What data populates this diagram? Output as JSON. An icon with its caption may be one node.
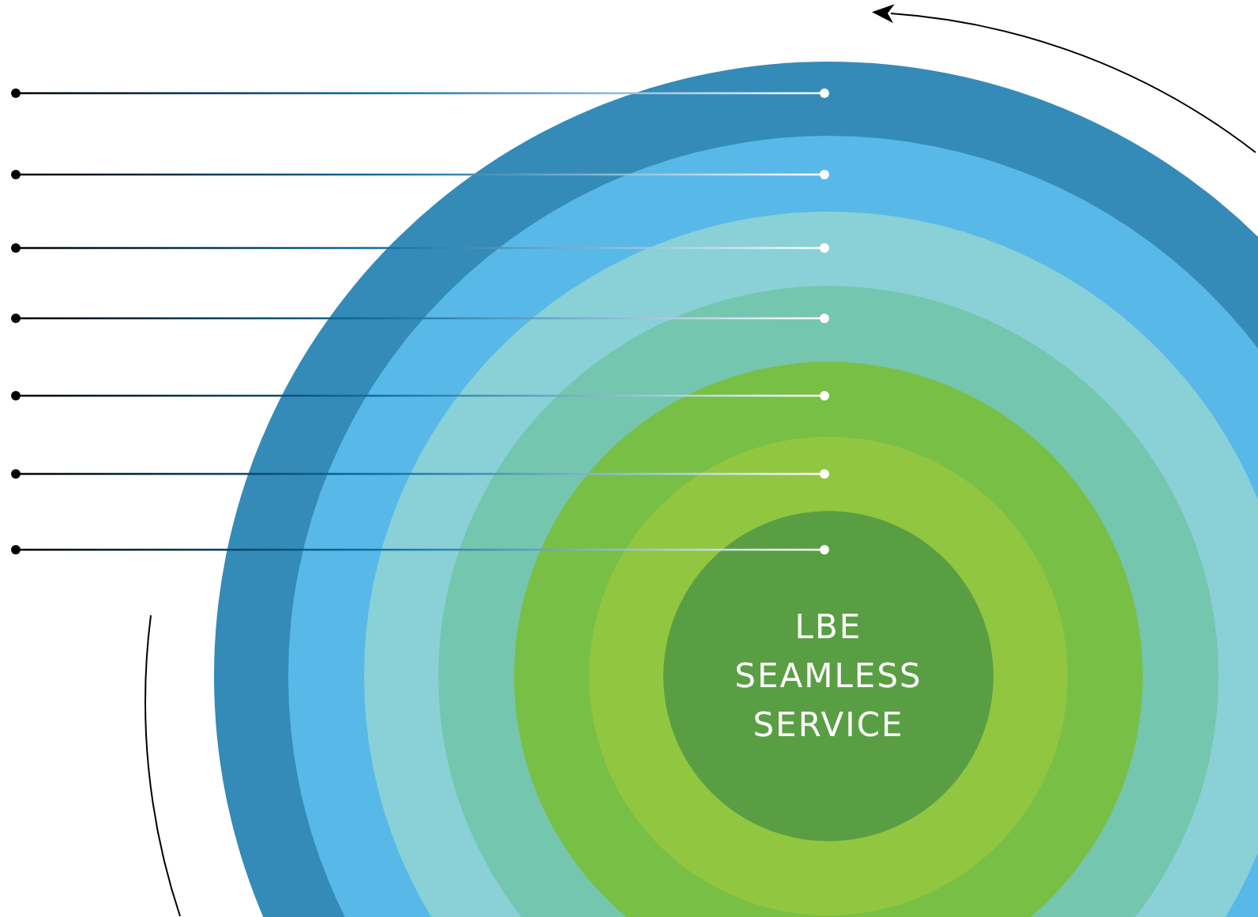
{
  "diagram": {
    "nodes": [
      {
        "text": [],
        "shape": "circle"
      },
      {
        "text": [],
        "shape": "circle",
        "in": 0
      },
      {
        "text": [],
        "shape": "circle",
        "in": 1
      },
      {
        "text": [],
        "shape": "circle",
        "in": 2
      },
      {
        "text": [],
        "shape": "circle",
        "in": 3
      },
      {
        "text": [],
        "shape": "circle",
        "in": 4
      },
      {
        "text": [
          "LBE SEAMLESS SERVICE"
        ],
        "in": 5
      }
    ],
    "edges": [
      {
        "from": null,
        "to": 0,
        "arrow": "other"
      },
      {
        "from": null,
        "to": 1,
        "arrow": "other"
      },
      {
        "from": null,
        "to": 2,
        "arrow": "other"
      },
      {
        "from": null,
        "to": 3,
        "arrow": "other"
      },
      {
        "from": null,
        "to": 4,
        "arrow": "other"
      },
      {
        "from": null,
        "to": 5,
        "arrow": "other"
      },
      {
        "from": null,
        "to": 6,
        "arrow": "other"
      }
    ]
  }
}
